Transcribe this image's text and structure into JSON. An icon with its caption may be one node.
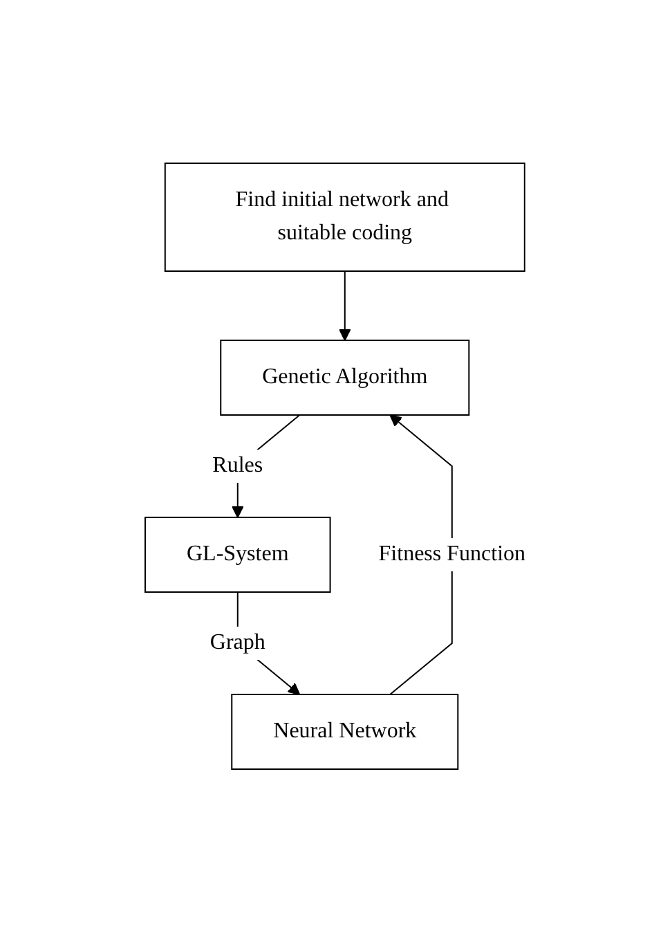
{
  "diagram": {
    "nodes": [
      {
        "text": [
          "Find initial network and suitable coding"
        ]
      },
      {
        "text": [
          "Genetic Algorithm"
        ]
      },
      {
        "text": [
          "GL-System"
        ]
      },
      {
        "text": [
          "Neural Network"
        ]
      }
    ],
    "edges": [
      {
        "from": 0,
        "to": 1,
        "arrow": "to"
      },
      {
        "from": 1,
        "to": 2,
        "arrow": "to",
        "label": "Rules"
      },
      {
        "from": 2,
        "to": 3,
        "arrow": "to",
        "label": "Graph"
      },
      {
        "from": 3,
        "to": 1,
        "arrow": "to",
        "label": "Fitness Function"
      }
    ]
  }
}
